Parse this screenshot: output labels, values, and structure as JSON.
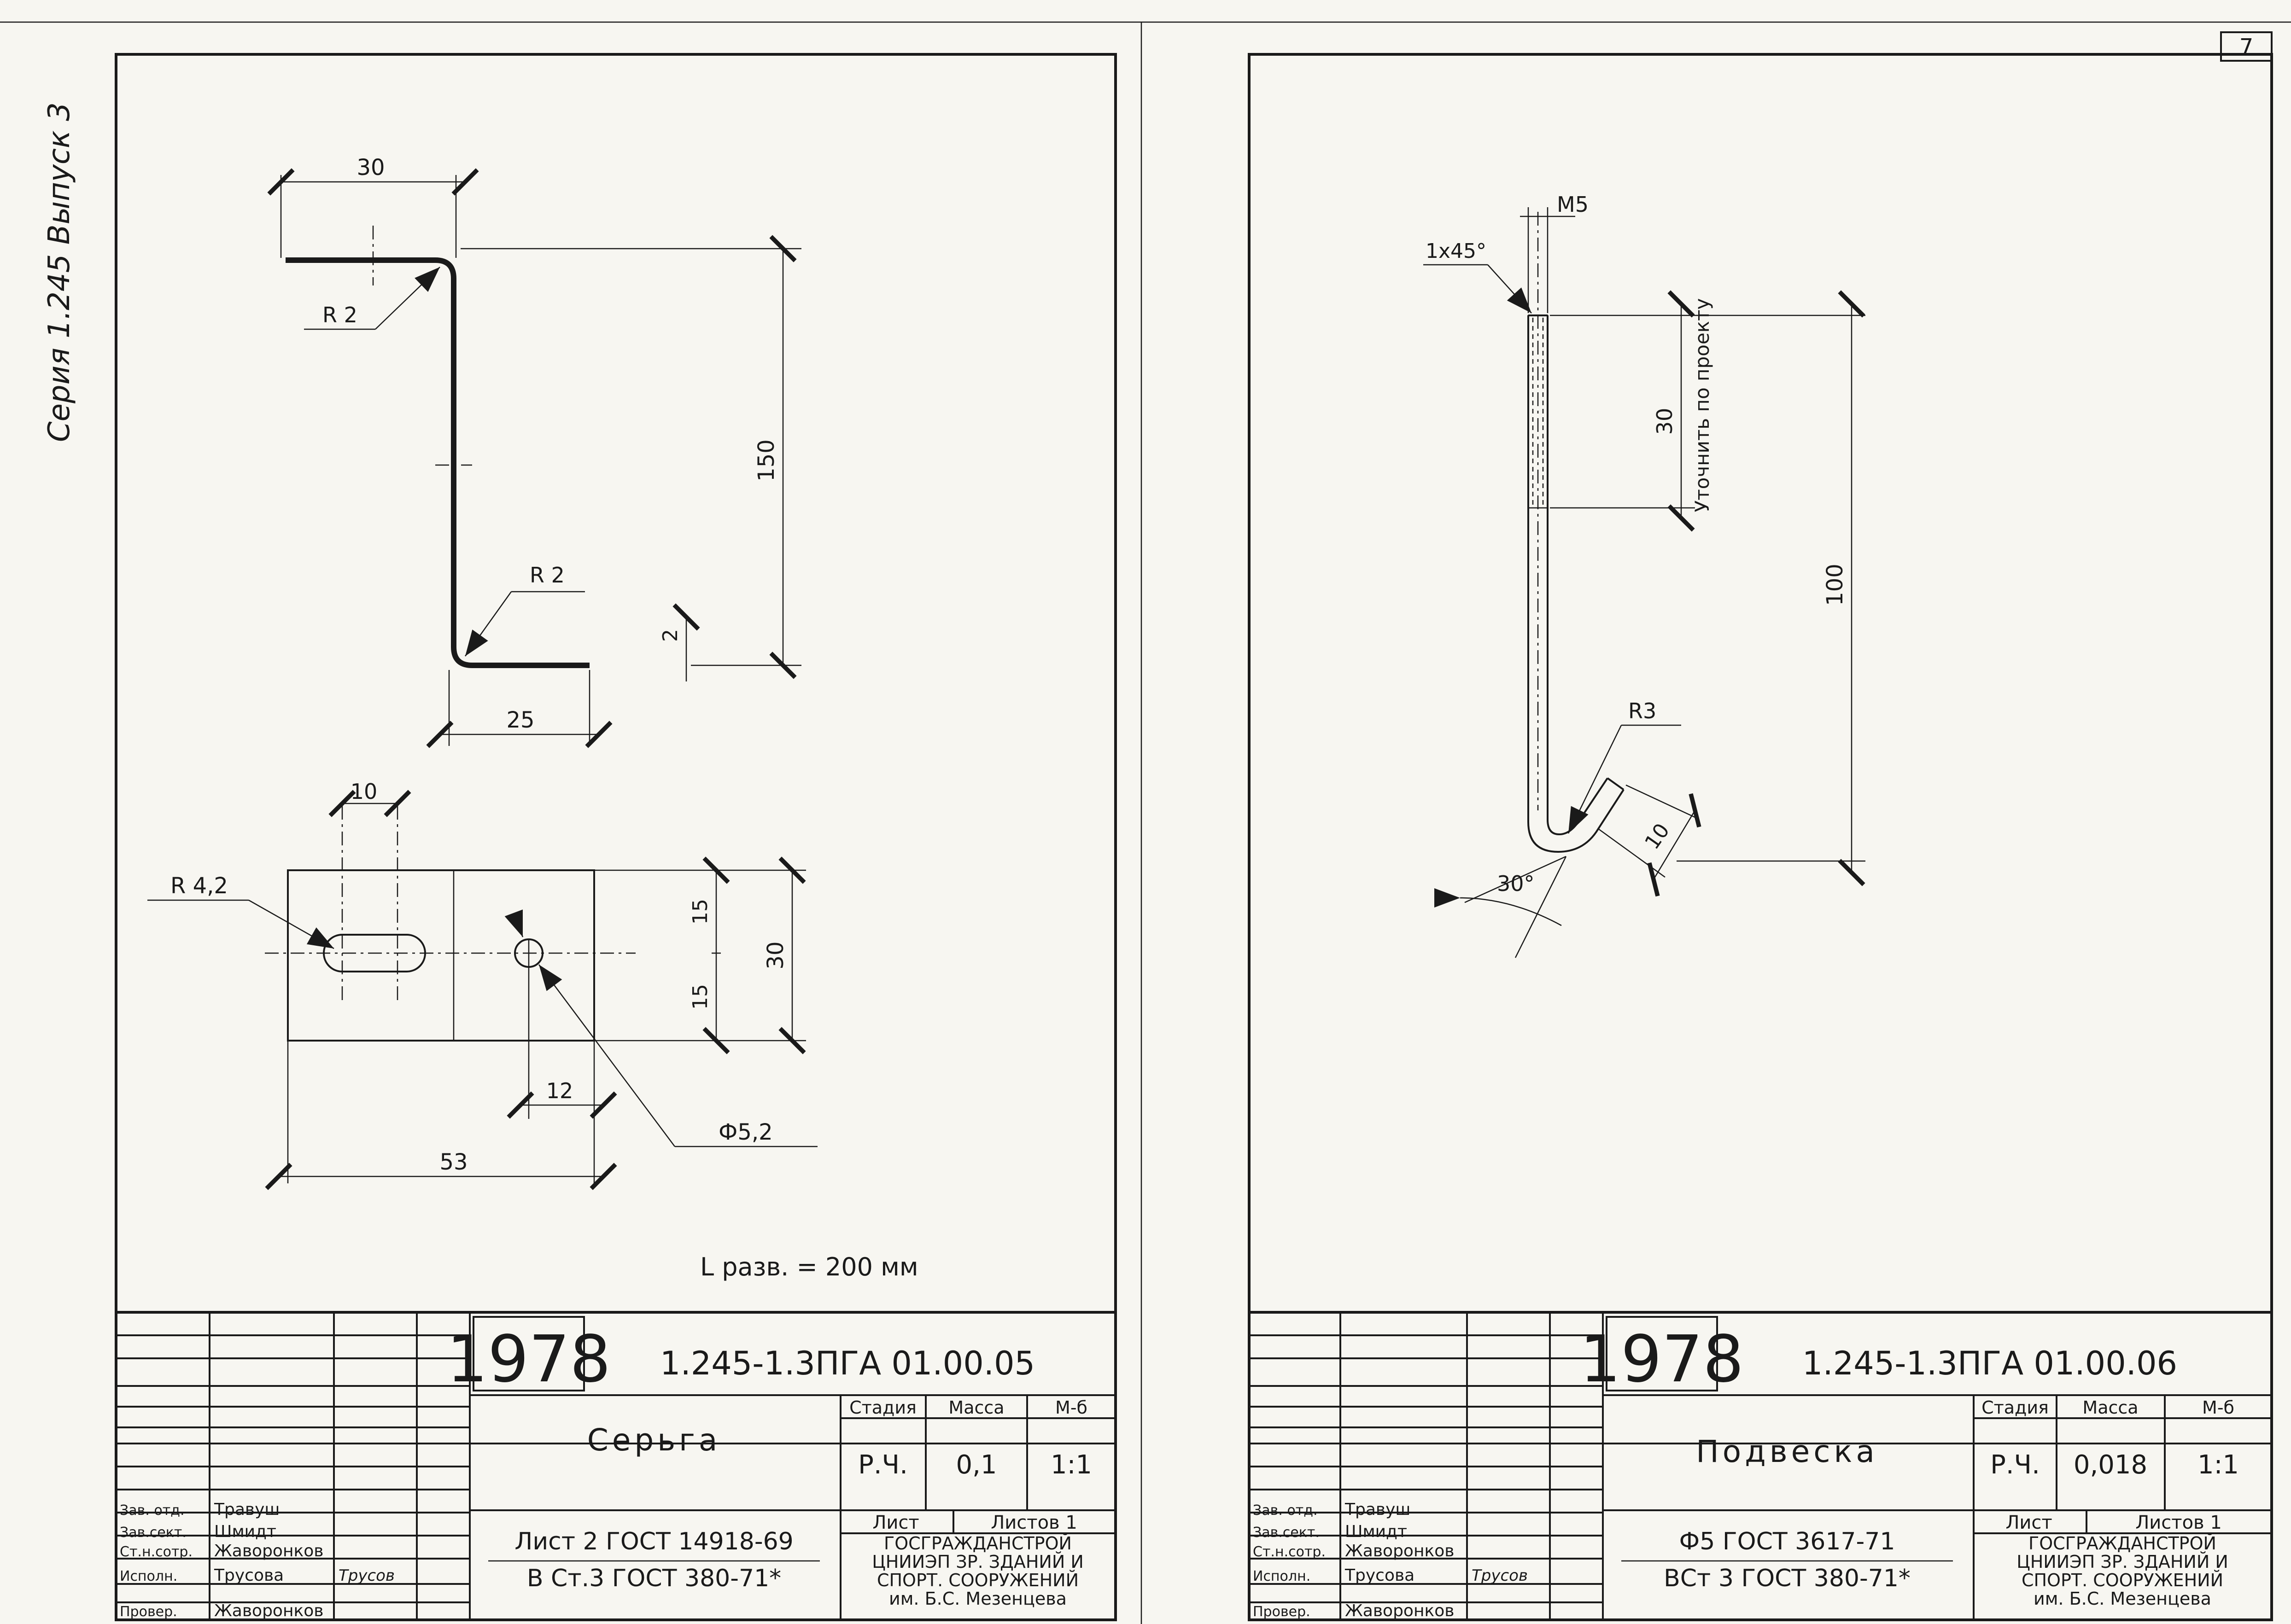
{
  "page": {
    "sheet_number": "7",
    "margin_note": "Серия 1.245 Выпуск 3"
  },
  "left_sheet": {
    "drawing": {
      "dim_flange_top": "30",
      "radius_top": "R 2",
      "dim_height": "150",
      "radius_bottom": "R 2",
      "dim_thickness": "2",
      "dim_flange_bottom": "25",
      "dim_slot_width": "10",
      "radius_slot": "R 4,2",
      "dim_half_top": "15",
      "dim_half_bottom": "15",
      "dim_plate_height": "30",
      "dim_hole_offset": "12",
      "dim_hole_diameter": "Ф5,2",
      "dim_plate_width": "53",
      "developed_length": "L разв. = 200 мм"
    },
    "title_block": {
      "year": "1978",
      "doc_code": "1.245-1.3ПГА 01.00.05",
      "part_name": "Серьга",
      "stage_header": "Стадия",
      "mass_header": "Масса",
      "scale_header": "М-б",
      "stage_value": "Р.Ч.",
      "mass_value": "0,1",
      "scale_value": "1:1",
      "sheet_label": "Лист",
      "sheets_label": "Листов 1",
      "material_line1": "Лист 2 ГОСТ 14918-69",
      "material_line2": "В Ст.3 ГОСТ 380-71*",
      "org_line1": "ГОСГРАЖДАНСТРОЙ",
      "org_line2": "ЦНИИЭП ЗР. ЗДАНИЙ И",
      "org_line3": "СПОРТ. СООРУЖЕНИЙ",
      "org_line4": "им. Б.С. Мезенцева",
      "roles": [
        {
          "role": "Зав. отд.",
          "name": "Травуш",
          "signature": ""
        },
        {
          "role": "Зав.сект.",
          "name": "Шмидт",
          "signature": ""
        },
        {
          "role": "Ст.н.сотр.",
          "name": "Жаворонков",
          "signature": ""
        },
        {
          "role": "Исполн.",
          "name": "Трусова",
          "signature": "Трусов"
        },
        {
          "role": "Провер.",
          "name": "Жаворонков",
          "signature": ""
        }
      ]
    }
  },
  "right_sheet": {
    "drawing": {
      "chamfer": "1х45°",
      "thread": "М5",
      "dim_thread_length": "30",
      "thread_note": "Уточнить по проекту",
      "dim_length": "100",
      "radius_hook": "R3",
      "dim_hook": "10",
      "angle_hook": "30°"
    },
    "title_block": {
      "year": "1978",
      "doc_code": "1.245-1.3ПГА 01.00.06",
      "part_name": "Подвеска",
      "stage_header": "Стадия",
      "mass_header": "Масса",
      "scale_header": "М-б",
      "stage_value": "Р.Ч.",
      "mass_value": "0,018",
      "scale_value": "1:1",
      "sheet_label": "Лист",
      "sheets_label": "Листов 1",
      "material_line1": "Ф5 ГОСТ 3617-71",
      "material_line2": "ВСт 3 ГОСТ 380-71*",
      "org_line1": "ГОСГРАЖДАНСТРОЙ",
      "org_line2": "ЦНИИЭП ЗР. ЗДАНИЙ И",
      "org_line3": "СПОРТ. СООРУЖЕНИЙ",
      "org_line4": "им. Б.С. Мезенцева",
      "roles": [
        {
          "role": "Зав. отд.",
          "name": "Травуш",
          "signature": ""
        },
        {
          "role": "Зав.сект.",
          "name": "Шмидт",
          "signature": ""
        },
        {
          "role": "Ст.н.сотр.",
          "name": "Жаворонков",
          "signature": ""
        },
        {
          "role": "Исполн.",
          "name": "Трусова",
          "signature": "Трусов"
        },
        {
          "role": "Провер.",
          "name": "Жаворонков",
          "signature": ""
        }
      ]
    }
  }
}
